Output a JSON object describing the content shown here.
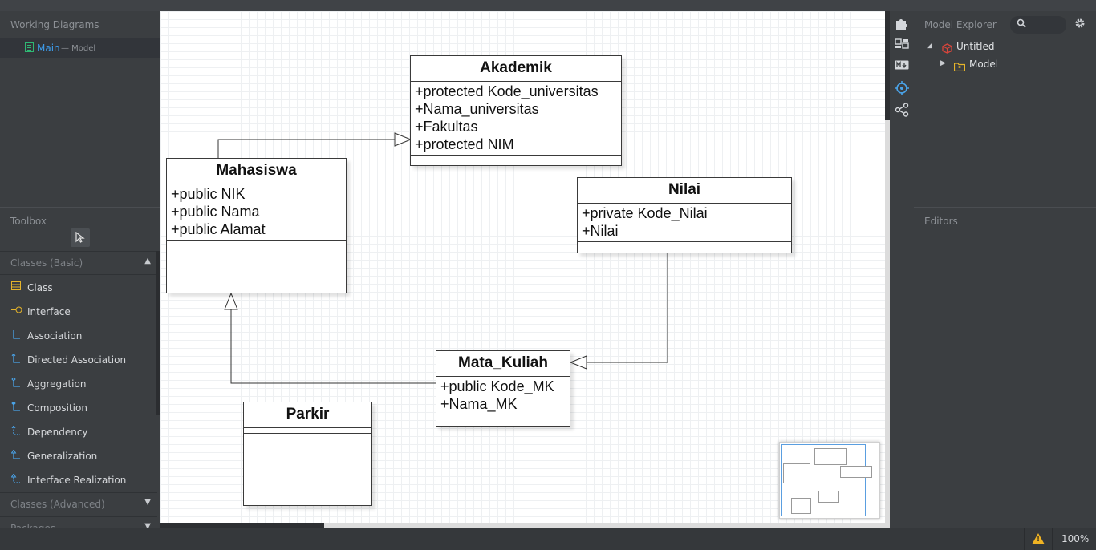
{
  "working_diagrams": {
    "title": "Working Diagrams",
    "items": [
      {
        "name": "Main",
        "subtitle": "— Model"
      }
    ]
  },
  "toolbox": {
    "title": "Toolbox",
    "sections": [
      {
        "label": "Classes (Basic)",
        "expanded": true
      },
      {
        "label": "Classes (Advanced)",
        "expanded": false
      },
      {
        "label": "Packages",
        "expanded": false
      }
    ],
    "tools": [
      {
        "label": "Class",
        "icon": "class-icon"
      },
      {
        "label": "Interface",
        "icon": "interface-icon"
      },
      {
        "label": "Association",
        "icon": "association-icon"
      },
      {
        "label": "Directed Association",
        "icon": "directed-association-icon"
      },
      {
        "label": "Aggregation",
        "icon": "aggregation-icon"
      },
      {
        "label": "Composition",
        "icon": "composition-icon"
      },
      {
        "label": "Dependency",
        "icon": "dependency-icon"
      },
      {
        "label": "Generalization",
        "icon": "generalization-icon"
      },
      {
        "label": "Interface Realization",
        "icon": "interface-realization-icon"
      }
    ]
  },
  "diagram": {
    "classes": {
      "akademik": {
        "name": "Akademik",
        "attributes": [
          "+protected Kode_universitas",
          "+Nama_universitas",
          "+Fakultas",
          "+protected NIM"
        ]
      },
      "mahasiswa": {
        "name": "Mahasiswa",
        "attributes": [
          "+public NIK",
          "+public Nama",
          "+public Alamat"
        ]
      },
      "nilai": {
        "name": "Nilai",
        "attributes": [
          "+private Kode_Nilai",
          "+Nilai"
        ]
      },
      "mata_kuliah": {
        "name": "Mata_Kuliah",
        "attributes": [
          "+public Kode_MK",
          "+Nama_MK"
        ]
      },
      "parkir": {
        "name": "Parkir",
        "attributes": []
      }
    },
    "relations": [
      {
        "type": "generalization",
        "from": "Mahasiswa",
        "to": "Akademik"
      },
      {
        "type": "generalization",
        "from": "Mata_Kuliah",
        "to": "Mahasiswa"
      },
      {
        "type": "generalization",
        "from": "Nilai",
        "to": "Mata_Kuliah"
      }
    ]
  },
  "model_explorer": {
    "title": "Model Explorer",
    "search_placeholder": "",
    "tree": [
      {
        "label": "Untitled",
        "icon": "project-icon",
        "expanded": true
      },
      {
        "label": "Model",
        "icon": "model-package-icon",
        "expanded": false
      }
    ]
  },
  "editors": {
    "title": "Editors"
  },
  "statusbar": {
    "zoom": "100%",
    "warning_icon": "warning-icon",
    "warning_mark": "!"
  },
  "colors": {
    "accent": "#3d9be9",
    "icon_yellow": "#e5b42a",
    "warning": "#f0b323"
  }
}
